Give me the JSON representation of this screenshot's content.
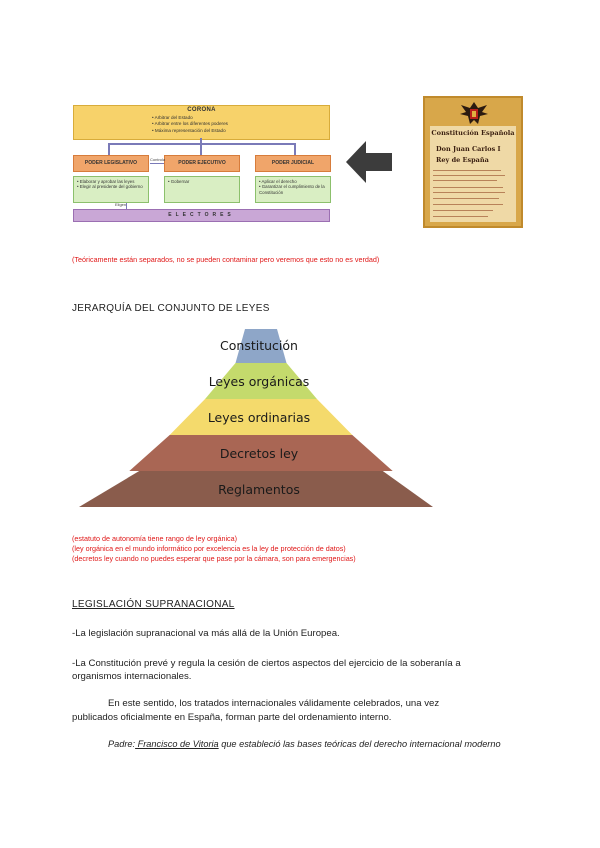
{
  "diagram": {
    "corona": {
      "title": "CORONA",
      "items": [
        "Arbitrar del Estado",
        "Arbitrar entre los diferentes poderes",
        "Máxima representación del Estado"
      ]
    },
    "powers": [
      {
        "title": "PODER LEGISLATIVO",
        "items": [
          "• Elaborar y aprobar las leyes",
          "• Elegir al presidente del gobierno"
        ]
      },
      {
        "title": "PODER EJECUTIVO",
        "items": [
          "• Gobernar"
        ]
      },
      {
        "title": "PODER JUDICIAL",
        "items": [
          "• Aplicar el derecho",
          "• Garantizar el cumplimiento de la Constitución"
        ]
      }
    ],
    "connector_label": "Controla",
    "eligen_label": "Eligen",
    "electores": "ELECTORES"
  },
  "constitution_image": {
    "title": "Constitución Española",
    "line1": "Don Juan Carlos I",
    "line2": "Rey de España"
  },
  "note_separation": "(Teóricamente están separados, no se pueden contaminar pero veremos que esto no es verdad)",
  "hierarchy": {
    "heading": "JERARQUÍA DEL CONJUNTO DE LEYES",
    "levels": [
      {
        "label": "Constitución",
        "color": "#8ea6c8"
      },
      {
        "label": "Leyes orgánicas",
        "color": "#c4da6c"
      },
      {
        "label": "Leyes ordinarias",
        "color": "#f4da6c"
      },
      {
        "label": "Decretos ley",
        "color": "#a96654"
      },
      {
        "label": "Reglamentos",
        "color": "#8a5c4c"
      }
    ]
  },
  "notes": [
    "(estatuto de autonomía tiene rango de ley orgánica)",
    "(ley orgánica en el mundo informático por excelencia es la ley de protección de datos)",
    "(decretos ley cuando no puedes esperar que pase por la cámara, son para emergencias)"
  ],
  "supranational": {
    "heading": "LEGISLACIÓN SUPRANACIONAL",
    "p1": "-La legislación supranacional va más allá de la Unión Europea.",
    "p2_line1": "-La Constitución prevé y regula la cesión de ciertos aspectos del ejercicio de la soberanía a",
    "p2_line2": "organismos internacionales.",
    "p3_line1": "En este sentido, los tratados internacionales válidamente celebrados, una vez",
    "p3_line2": "publicados oficialmente en España, forman parte del ordenamiento interno.",
    "padre_prefix": "Padre:",
    "padre_name": " Francisco de Vitoria",
    "padre_suffix": " que estableció las bases teóricas del derecho internacional moderno"
  }
}
